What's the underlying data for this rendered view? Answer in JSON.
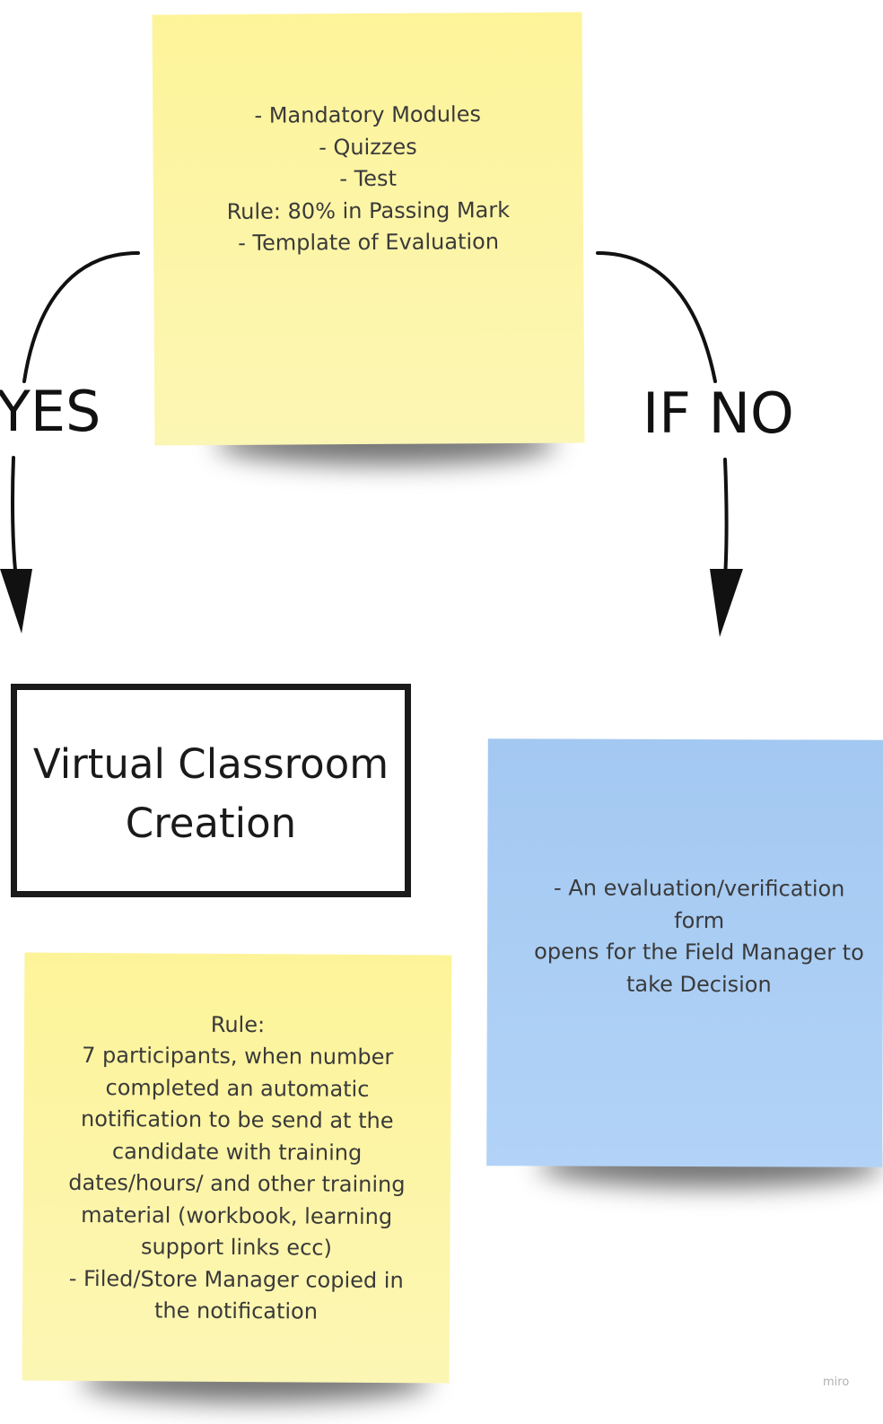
{
  "diagram": {
    "top_note": {
      "text": "- Mandatory Modules\n- Quizzes\n- Test\nRule: 80% in Passing Mark\n- Template of Evaluation",
      "color": "#fdf49a"
    },
    "yes_label": "YES",
    "no_label": "IF NO",
    "virtual_classroom": {
      "text": "Virtual Classroom\nCreation"
    },
    "bottom_note": {
      "text": "Rule:\n7 participants, when number\ncompleted an automatic\nnotification to be send at the\ncandidate with training\ndates/hours/ and other training\nmaterial (workbook, learning\nsupport links ecc)\n- Filed/Store Manager copied in\nthe notification",
      "color": "#fdf49a"
    },
    "right_note": {
      "text": "- An evaluation/verification form\nopens for the Field Manager to\ntake Decision",
      "color": "#a3c8f1"
    },
    "watermark": "miro"
  }
}
